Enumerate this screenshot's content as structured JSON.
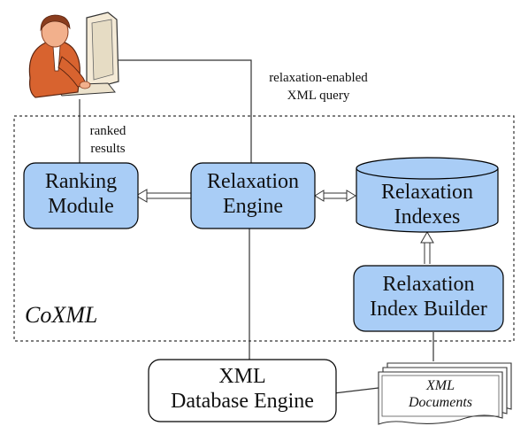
{
  "system_label": "CoXML",
  "query_label": {
    "line1": "relaxation-enabled",
    "line2": "XML query"
  },
  "results_label": {
    "line1": "ranked",
    "line2": "results"
  },
  "ranking_module": {
    "line1": "Ranking",
    "line2": "Module"
  },
  "relaxation_engine": {
    "line1": "Relaxation",
    "line2": "Engine"
  },
  "relaxation_indexes": {
    "line1": "Relaxation",
    "line2": "Indexes"
  },
  "index_builder": {
    "line1": "Relaxation",
    "line2": "Index Builder"
  },
  "xml_database_engine": {
    "line1": "XML",
    "line2": "Database Engine"
  },
  "xml_documents": {
    "line1": "XML",
    "line2": "Documents"
  },
  "colors": {
    "component_fill": "#a9cdf6",
    "outline": "#000000",
    "skin": "#f2b08c",
    "suit": "#d8632f",
    "hair": "#8a3d1e",
    "computer": "#f4ead6"
  },
  "icons": {
    "user": "person-at-computer-icon",
    "documents": "document-stack-icon",
    "indexes": "cylinder-database-icon"
  }
}
